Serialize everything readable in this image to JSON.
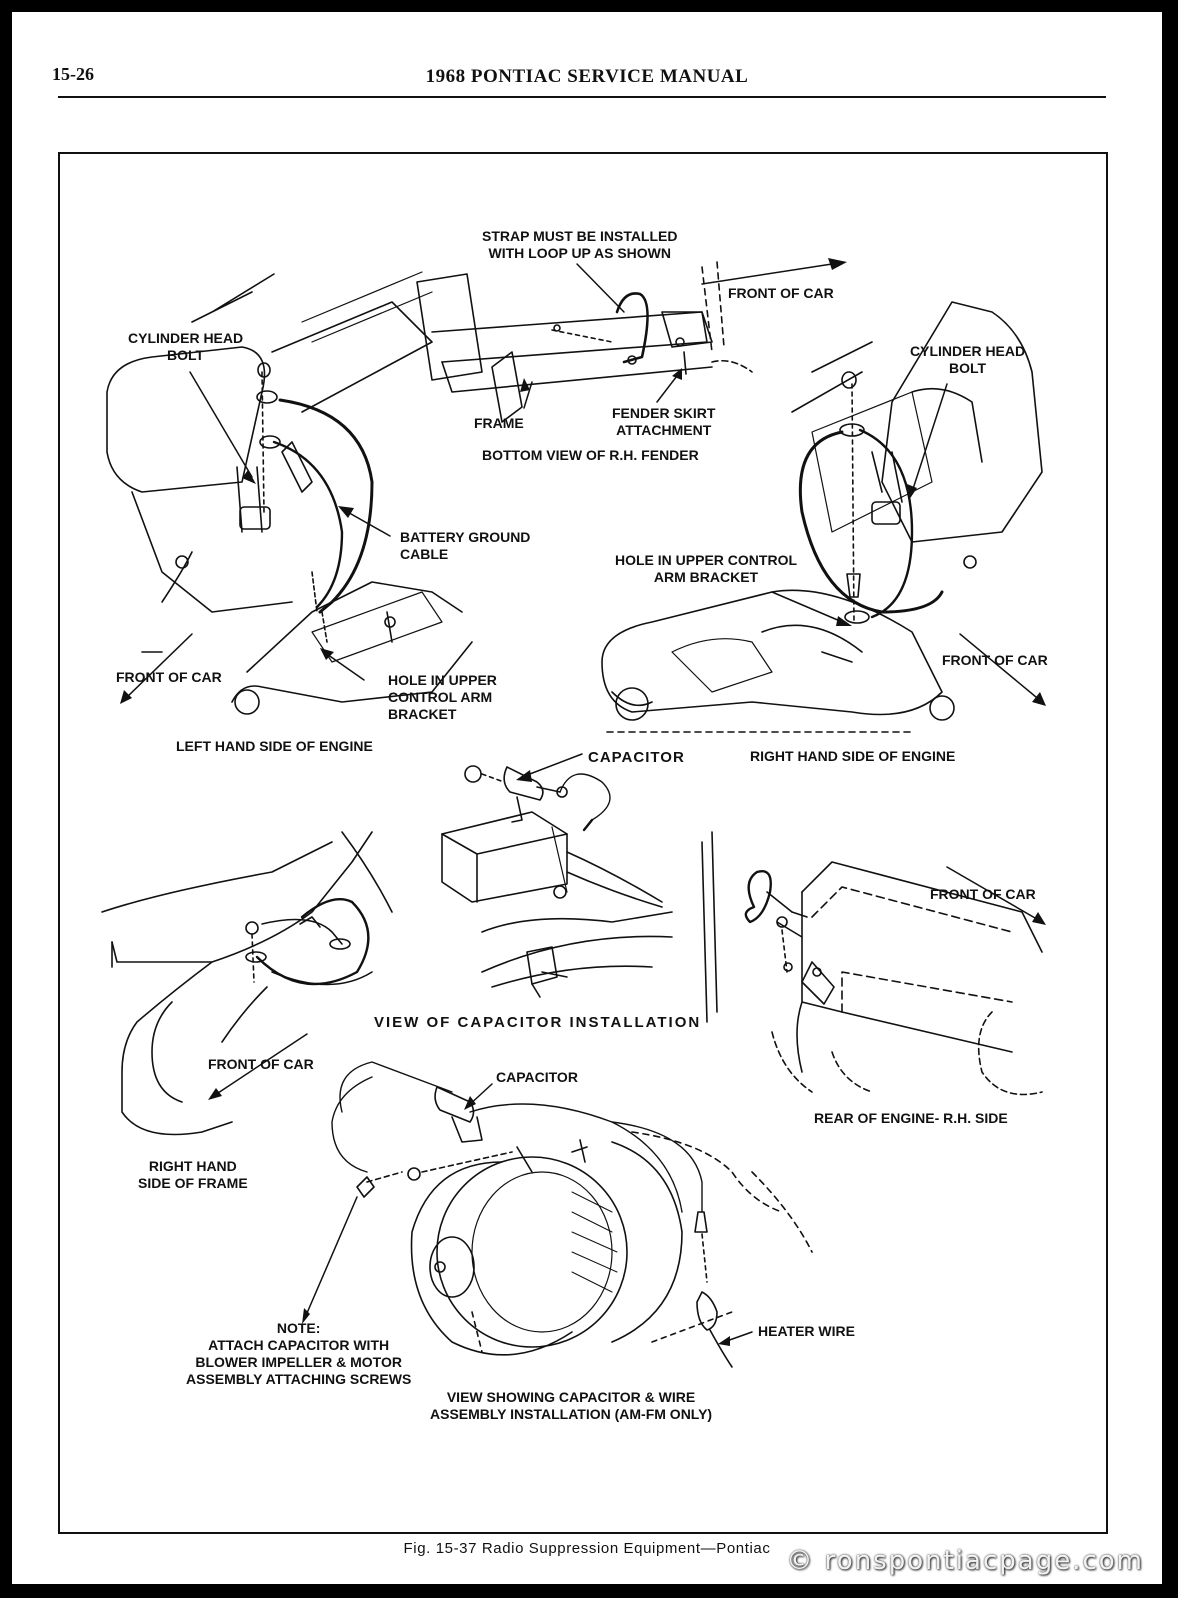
{
  "header": {
    "page_number": "15-26",
    "title": "1968 PONTIAC SERVICE MANUAL"
  },
  "labels": {
    "strap_note": "STRAP MUST BE INSTALLED\nWITH LOOP UP AS SHOWN",
    "front_of_car_top": "FRONT OF CAR",
    "frame": "FRAME",
    "fender_skirt": "FENDER SKIRT\nATTACHMENT",
    "bottom_view": "BOTTOM VIEW OF R.H. FENDER",
    "cyl_head_bolt_left": "CYLINDER HEAD\nBOLT",
    "cyl_head_bolt_right": "CYLINDER HEAD\nBOLT",
    "battery_ground": "BATTERY GROUND\nCABLE",
    "hole_upper_right": "HOLE IN UPPER CONTROL\nARM BRACKET",
    "front_of_car_left": "FRONT OF CAR",
    "hole_upper_left": "HOLE IN UPPER\nCONTROL ARM\nBRACKET",
    "front_of_car_right": "FRONT OF CAR",
    "left_hand_side": "LEFT HAND SIDE OF ENGINE",
    "capacitor_top": "CAPACITOR",
    "right_hand_side": "RIGHT HAND SIDE OF ENGINE",
    "front_of_car_rear": "FRONT OF CAR",
    "view_capacitor": "VIEW OF CAPACITOR INSTALLATION",
    "front_of_car_frame": "FRONT OF CAR",
    "capacitor_bottom": "CAPACITOR",
    "rear_engine": "REAR OF ENGINE- R.H. SIDE",
    "right_hand_frame": "RIGHT HAND\nSIDE OF FRAME",
    "note": "NOTE:\nATTACH CAPACITOR WITH\nBLOWER IMPELLER & MOTOR\nASSEMBLY ATTACHING SCREWS",
    "heater_wire": "HEATER WIRE",
    "view_showing": "VIEW SHOWING CAPACITOR & WIRE\nASSEMBLY INSTALLATION (AM-FM ONLY)"
  },
  "caption": "Fig. 15-37   Radio Suppression Equipment—Pontiac",
  "watermark": "© ronspontiacpage.com"
}
